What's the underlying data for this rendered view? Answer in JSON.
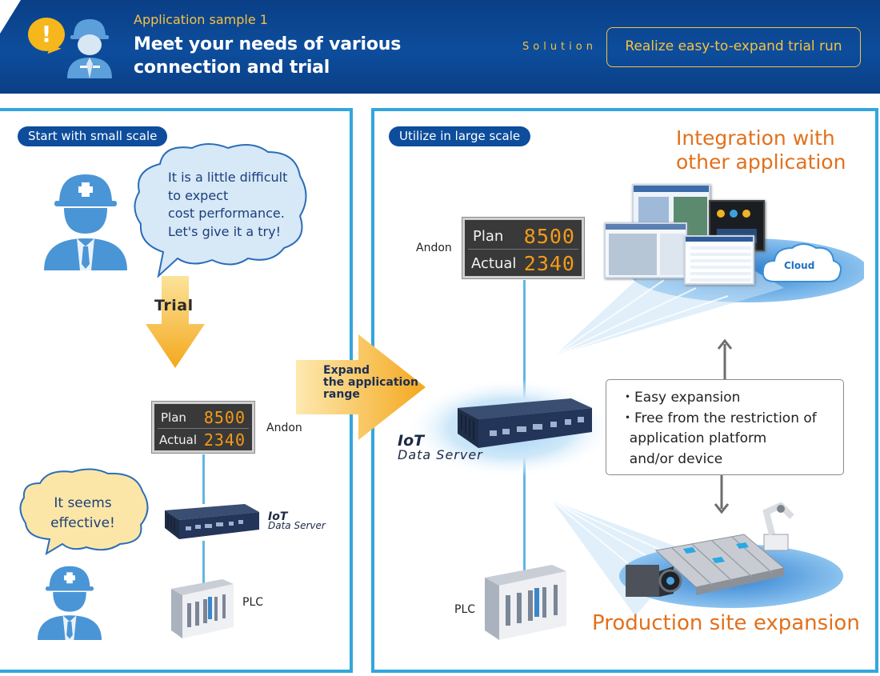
{
  "header": {
    "app_sample": "Application sample 1",
    "title_line1": "Meet your needs of various",
    "title_line2": "connection and trial",
    "solution_label": "Solution",
    "solution_text": "Realize easy-to-expand trial run",
    "alert_icon": "!"
  },
  "left_panel": {
    "pill": "Start with small scale",
    "bubble_top": [
      "It is a little difficult",
      "to expect",
      "cost performance.",
      "Let's give it a try!"
    ],
    "trial": "Trial",
    "bubble_bottom": [
      "It seems",
      "effective!"
    ],
    "andon": {
      "plan_label": "Plan",
      "plan_value": "8500",
      "actual_label": "Actual",
      "actual_value": "2340",
      "label": "Andon"
    },
    "iot_line1": "IoT",
    "iot_line2": "Data Server",
    "plc_label": "PLC"
  },
  "expand_arrow": {
    "line1": "Expand",
    "line2": "the application",
    "line3": "range"
  },
  "right_panel": {
    "pill": "Utilize in large scale",
    "integration_line1": "Integration with",
    "integration_line2": "other application",
    "cloud_label": "Cloud",
    "andon": {
      "plan_label": "Plan",
      "plan_value": "8500",
      "actual_label": "Actual",
      "actual_value": "2340",
      "label": "Andon"
    },
    "iot_line1": "IoT",
    "iot_line2": "Data Server",
    "info_items": [
      "・Easy expansion",
      "・Free from the restriction of",
      "  application platform",
      "  and/or device"
    ],
    "plc_label": "PLC",
    "production": "Production site expansion"
  },
  "colors": {
    "header_blue": "#0d4d9c",
    "accent_yellow": "#f5c242",
    "panel_border": "#33a6dd",
    "orange": "#e2701c",
    "andon_digits": "#f59a17"
  }
}
